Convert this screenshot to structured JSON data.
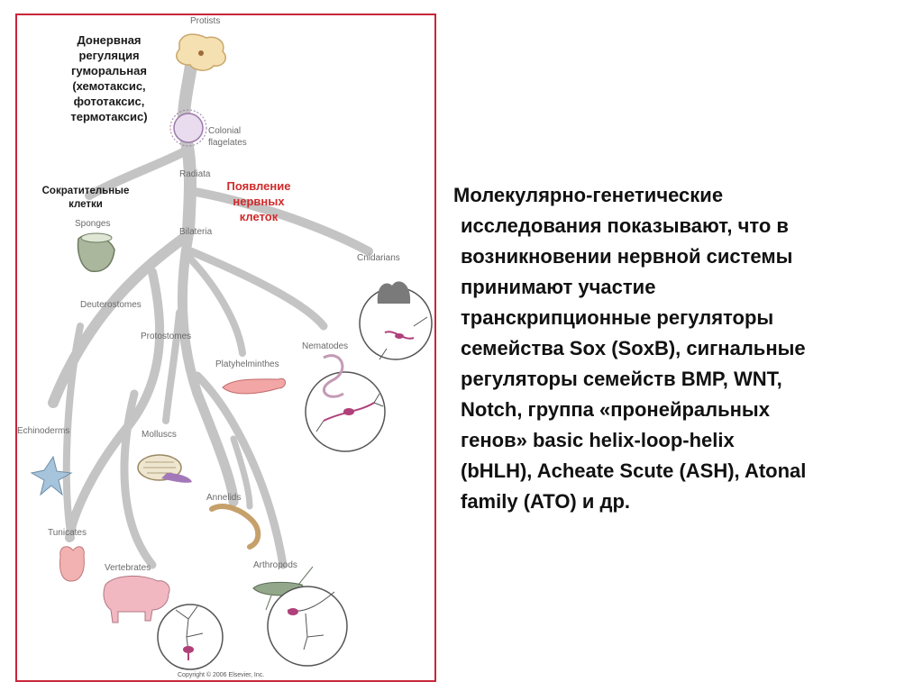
{
  "tree_labels": {
    "protists": "Protists",
    "colonial_flagelates": "Colonial\nflagelates",
    "radiata": "Radiata",
    "sponges": "Sponges",
    "bilateria": "Bilateria",
    "cnidarians": "Cnidarians",
    "deuterostomes": "Deuterostomes",
    "protostomes": "Protostomes",
    "nematodes": "Nematodes",
    "platyhelminthes": "Platyhelminthes",
    "echinoderms": "Echinoderms",
    "molluscs": "Molluscs",
    "annelids": "Annelids",
    "tunicates": "Tunicates",
    "vertebrates": "Vertebrates",
    "arthropods": "Arthropods"
  },
  "annotations": {
    "pre_nervous": "Донервная\nрегуляция\nгуморальная\n(хемотаксис,\nфототаксис,\nтермотаксис)",
    "contractile_cells": "Сократительные\nклетки",
    "nerve_cells_appear": "Появление\nнервных\nклеток"
  },
  "copyright": "Copyright © 2006 Elsevier, Inc.",
  "main_text": [
    "Молекулярно-генетические",
    "исследования показывают, что в",
    "возникновении  нервной системы",
    "принимают участие",
    "транскрипционные регуляторы",
    "семейства Sox (SoxB), сигнальные",
    "регуляторы семейств BMP, WNT,",
    "Notch, группа «пронейральных",
    "генов» basic helix-loop-helix",
    "(bHLH), Acheate Scute (ASH), Atonal",
    "family (ATO) и др."
  ],
  "colors": {
    "border": "#c8263a",
    "branch": "#c4c4c4",
    "annotation_red": "#d02a2a",
    "neuron": "#b0407a"
  }
}
